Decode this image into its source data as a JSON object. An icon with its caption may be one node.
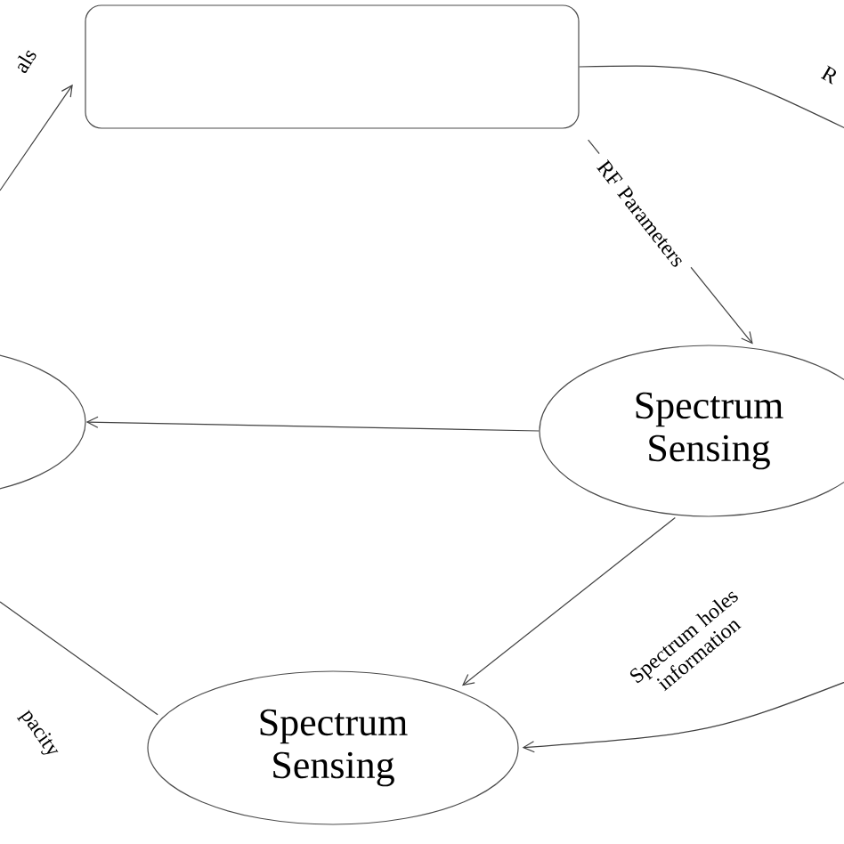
{
  "diagram": {
    "nodes": [
      {
        "text": [],
        "shape": "box"
      },
      {
        "text": [
          "Spectrum Sensing"
        ]
      },
      {
        "text": [],
        "shape": "ellipse"
      },
      {
        "text": [
          "Spectrum Sensing"
        ]
      }
    ],
    "edges": [
      {
        "from": null,
        "to": 0,
        "arrow": "to",
        "label": "als"
      },
      {
        "from": 0,
        "to": 1,
        "arrow": "to",
        "label": "RF Parameters"
      },
      {
        "from": 0,
        "to": null,
        "arrow": "none",
        "label": "R"
      },
      {
        "from": 1,
        "to": 2,
        "arrow": "to"
      },
      {
        "from": 1,
        "to": 3,
        "arrow": "to",
        "label": "Spectrum holes information"
      },
      {
        "from": null,
        "to": 3,
        "arrow": "to"
      },
      {
        "from": 3,
        "to": null,
        "arrow": "none",
        "label": "pacity"
      }
    ]
  }
}
